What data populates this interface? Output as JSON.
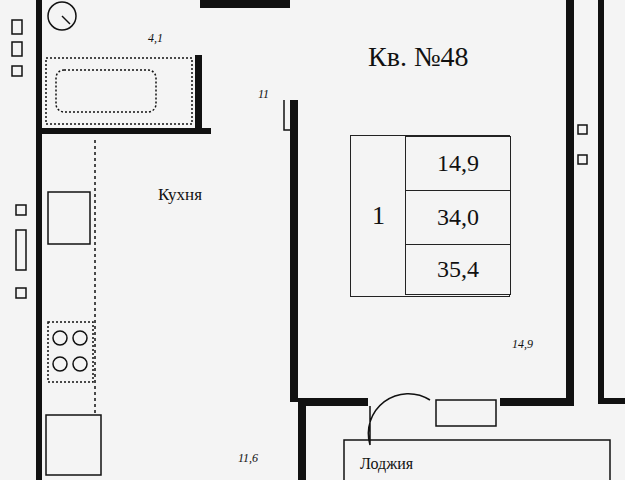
{
  "diagram": {
    "nodes": [
      {
        "text": [
          "1"
        ]
      },
      {
        "text": [
          "14,9"
        ],
        "in": 0
      },
      {
        "text": [
          "34,0"
        ],
        "in": 0
      },
      {
        "text": [
          "35,4"
        ],
        "in": 0
      }
    ],
    "labels": [
      "Кв. №48",
      "Кухня",
      "4,1",
      "11",
      "14,9",
      "11,6",
      "Лоджия"
    ]
  }
}
